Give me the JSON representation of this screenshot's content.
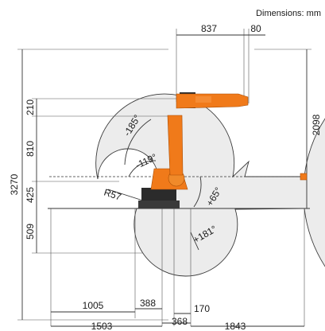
{
  "header": {
    "units_label": "Dimensions: mm"
  },
  "dimensions": {
    "d837": "837",
    "d80": "80",
    "d210": "210",
    "d810": "810",
    "d3270": "3270",
    "d425": "425",
    "d509": "509",
    "d2098": "2098",
    "d1005": "1005",
    "d388": "388",
    "d170": "170",
    "d1503": "1503",
    "d368": "368",
    "d1843": "1843"
  },
  "angles": {
    "a_m185": "-185°",
    "a_m119": "-119°",
    "a_p65": "+65°",
    "a_p181": "+181°",
    "r57": "R57"
  },
  "colors": {
    "robot_orange": "#f07a1a",
    "robot_dark": "#2b2b2b",
    "envelope_fill": "#ececec",
    "envelope_stroke": "#3a3a3a"
  }
}
